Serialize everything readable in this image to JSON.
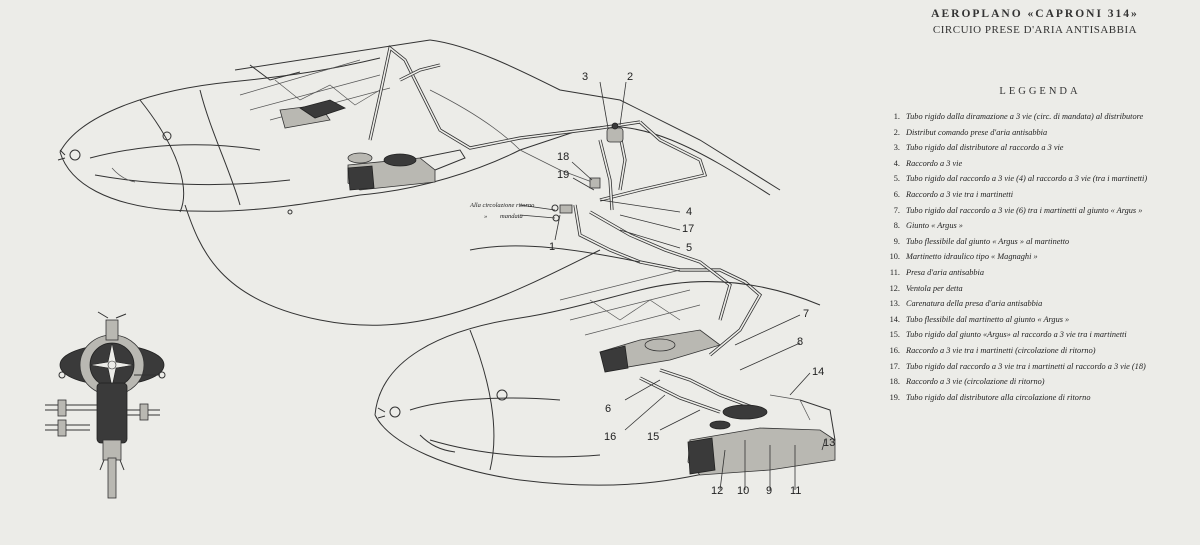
{
  "title": "AEROPLANO «CAPRONI 314»",
  "subtitle": "CIRCUIO PRESE D'ARIA ANTISABBIA",
  "legend_heading": "LEGGENDA",
  "legend": [
    {
      "num": "1.",
      "text": "Tubo rigido dalla diramazione a 3 vie (circ. di mandata) al distributore"
    },
    {
      "num": "2.",
      "text": "Distribut comando prese d'aria antisabbia"
    },
    {
      "num": "3.",
      "text": "Tubo rigido dal distributore al raccordo a 3 vie"
    },
    {
      "num": "4.",
      "text": "Raccordo a 3 vie"
    },
    {
      "num": "5.",
      "text": "Tubo rigido dal raccordo a 3 vie (4) al raccordo a 3 vie (tra i martinetti)"
    },
    {
      "num": "6.",
      "text": "Raccordo a 3 vie tra i martinetti"
    },
    {
      "num": "7.",
      "text": "Tubo rigido dal raccordo a 3 vie (6) tra i martinetti al giunto « Argus »"
    },
    {
      "num": "8.",
      "text": "Giunto « Argus »"
    },
    {
      "num": "9.",
      "text": "Tubo flessibile dal giunto « Argus » al martinetto"
    },
    {
      "num": "10.",
      "text": "Martinetto idraulico tipo « Magnaghi »"
    },
    {
      "num": "11.",
      "text": "Presa d'aria antisabbia"
    },
    {
      "num": "12.",
      "text": "Ventola per detta"
    },
    {
      "num": "13.",
      "text": "Carenatura della presa d'aria antisabbia"
    },
    {
      "num": "14.",
      "text": "Tubo flessibile dal martinetto al giunto « Argus »"
    },
    {
      "num": "15.",
      "text": "Tubo rigido dal giunto «Argus» al raccordo a 3 vie tra i martinetti"
    },
    {
      "num": "16.",
      "text": "Raccordo a 3 vie tra i martinetti (circolazione di ritorno)"
    },
    {
      "num": "17.",
      "text": "Tubo rigido dal raccordo a 3 vie tra i martinetti al raccordo a 3 vie (18)"
    },
    {
      "num": "18.",
      "text": "Raccordo a 3 vie (circolazione di ritorno)"
    },
    {
      "num": "19.",
      "text": "Tubo rigido dal distributore alla circolazione di ritorno"
    }
  ],
  "callouts": {
    "c1": "1",
    "c2": "2",
    "c3": "3",
    "c4": "4",
    "c5": "5",
    "c6": "6",
    "c7": "7",
    "c8": "8",
    "c9": "9",
    "c10": "10",
    "c11": "11",
    "c12": "12",
    "c13": "13",
    "c14": "14",
    "c15": "15",
    "c16": "16",
    "c17": "17",
    "c18": "18",
    "c19": "19"
  },
  "annotations": {
    "return_label": "Alla circolazione ritorno",
    "supply_label": "mandata"
  }
}
